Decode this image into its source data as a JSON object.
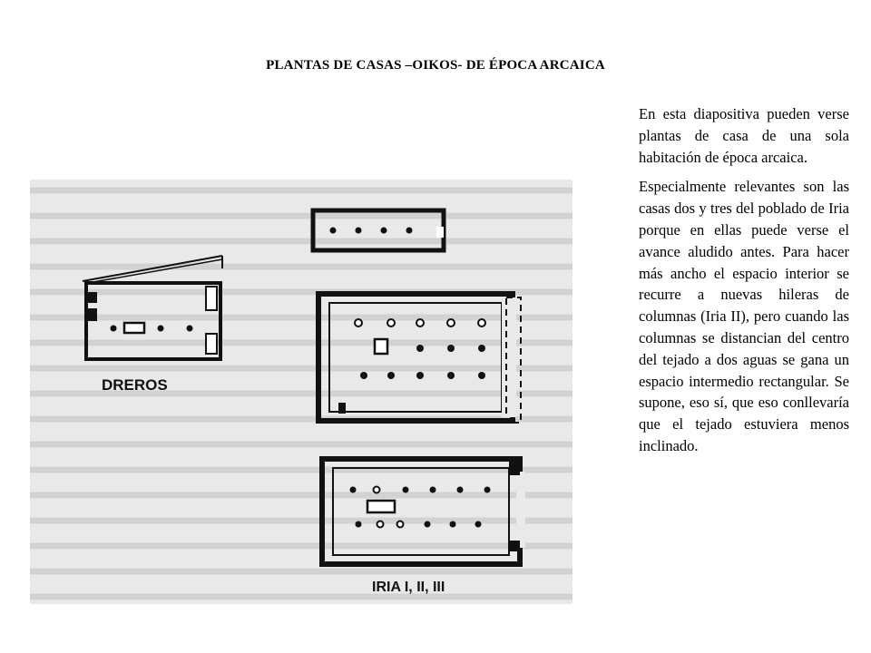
{
  "slide": {
    "title": "PLANTAS DE CASAS –OIKOS- DE ÉPOCA ARCAICA",
    "paragraphs": [
      "En esta diapositiva pueden verse plantas de casa de una sola habitación de época arcaica.",
      "Especialmente relevantes son las casas dos y tres del poblado de Iria porque en ellas puede verse el avance aludido antes. Para hacer más ancho el espacio interior se recurre a nuevas hileras de columnas (Iria II), pero cuando las columnas se distancian del centro del tejado a dos aguas se gana un espacio intermedio rectangular. Se supone, eso sí, que eso conllevaría que el tejado estuviera menos inclinado."
    ]
  },
  "figure": {
    "label_dreros": "DREROS",
    "label_iria": "IRIA I, II, III"
  }
}
